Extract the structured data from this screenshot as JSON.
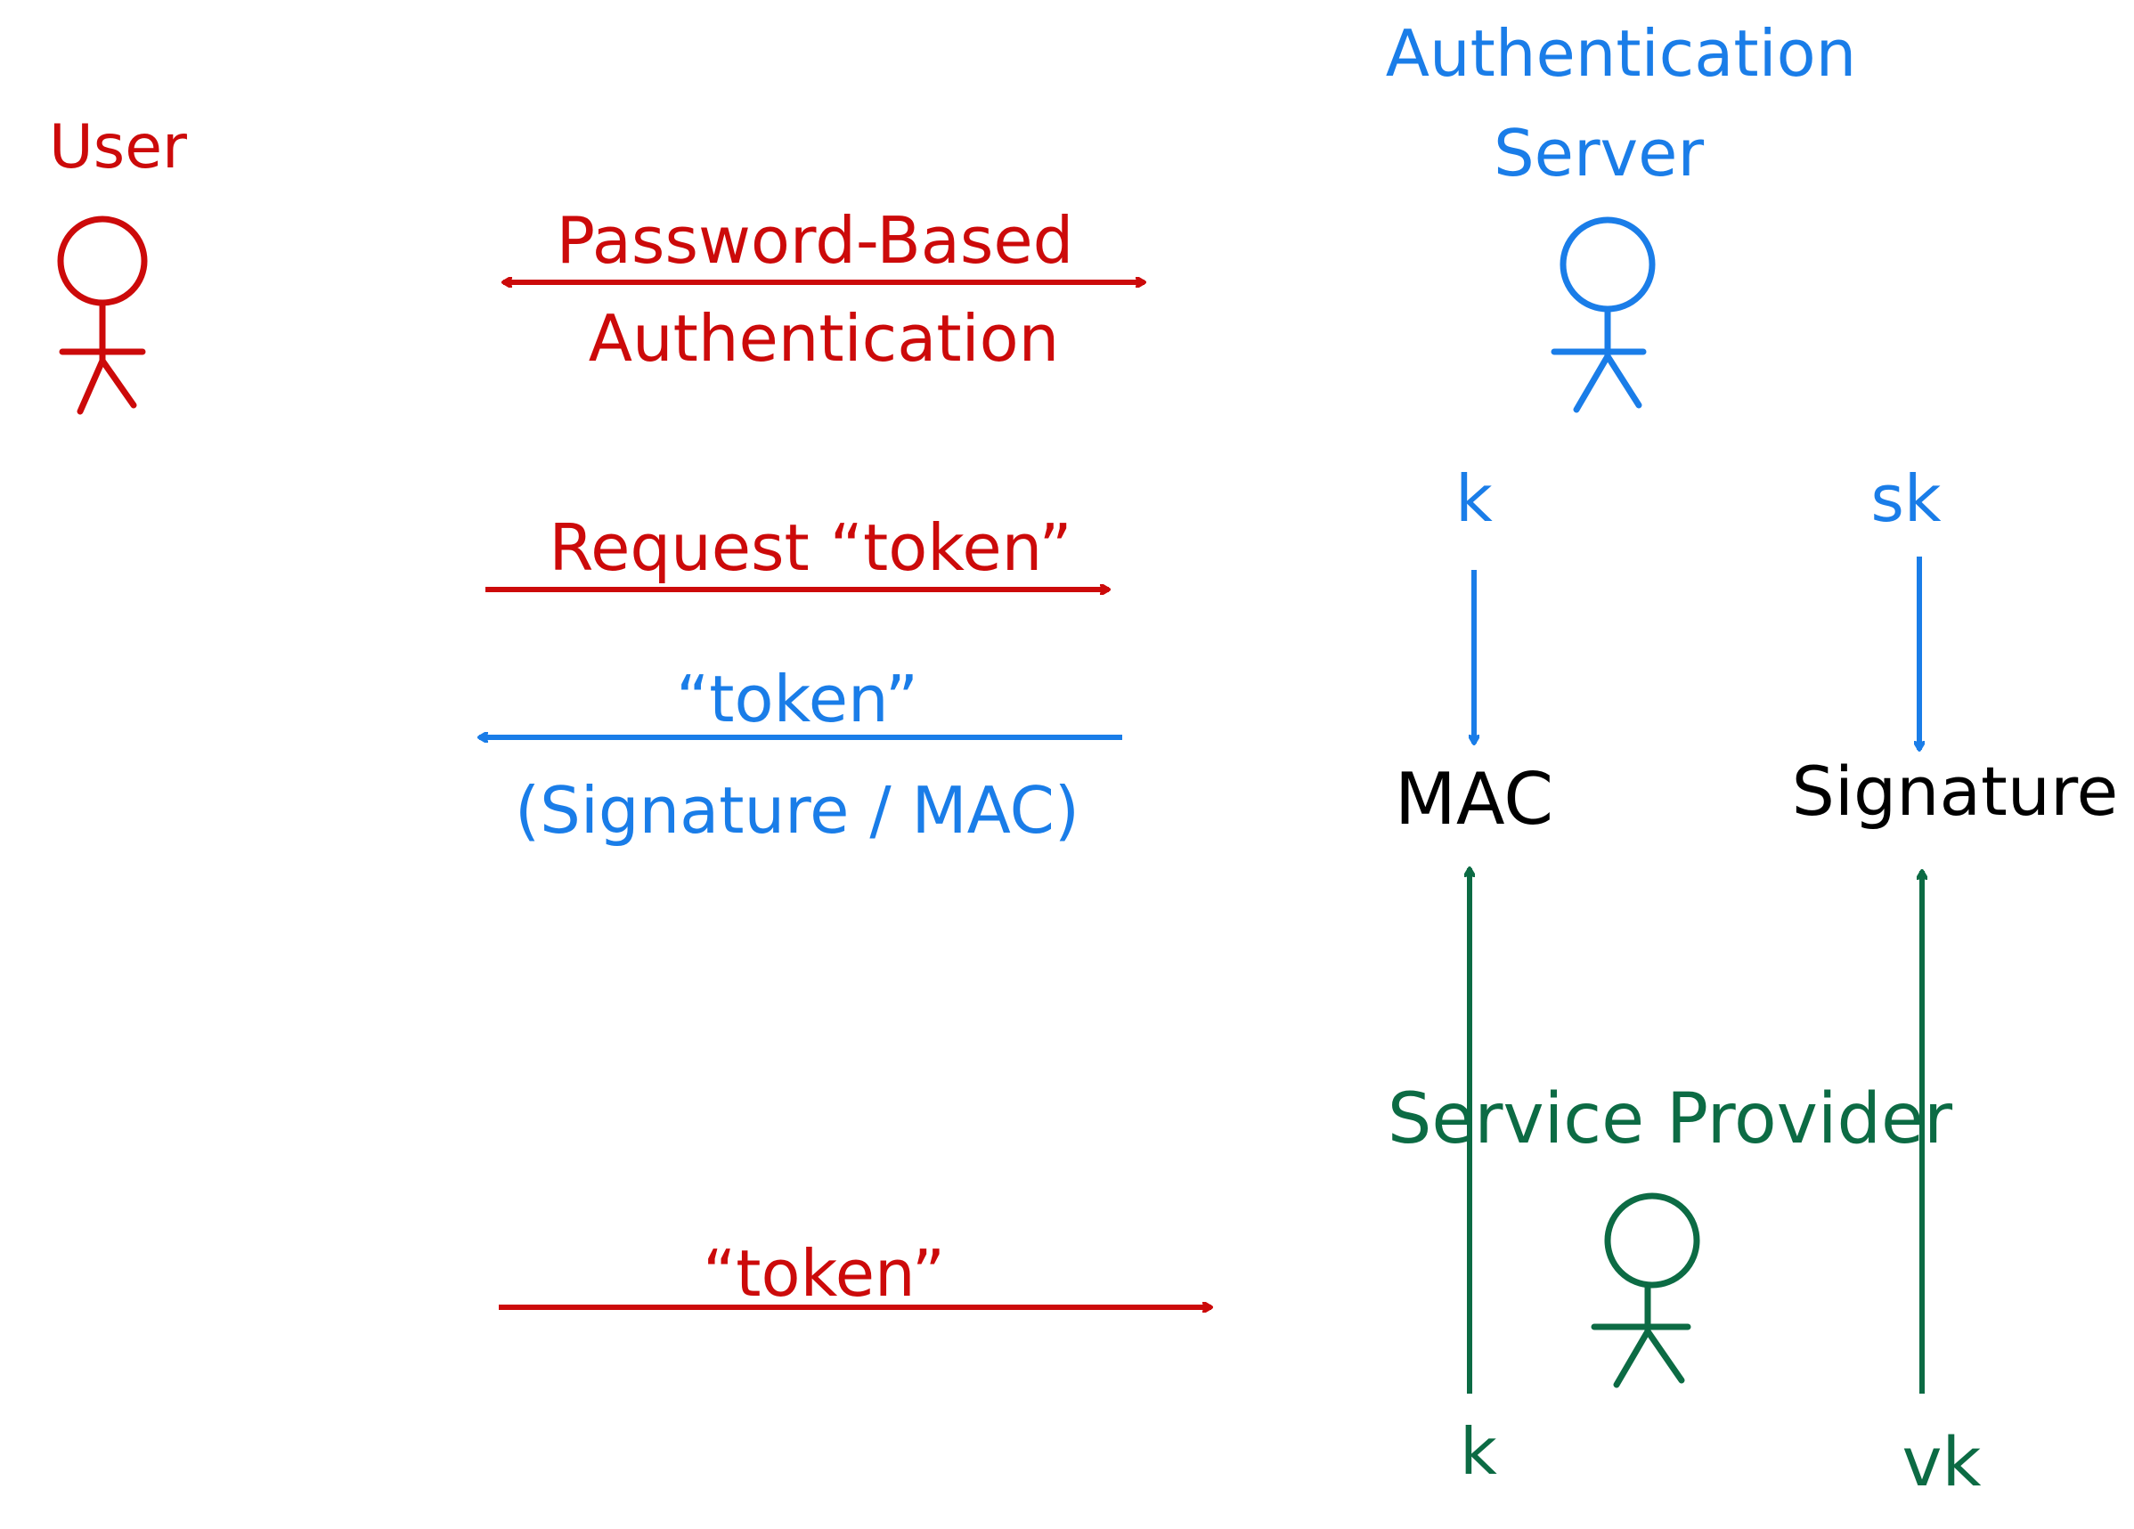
{
  "colors": {
    "user": "#cc0a0a",
    "server": "#1a7de8",
    "provider": "#0c6b44",
    "crypto": "#000000"
  },
  "actors": {
    "user": {
      "label": "User"
    },
    "auth_server": {
      "label_line1": "Authentication",
      "label_line2": "Server"
    },
    "service_provider": {
      "label": "Service Provider"
    }
  },
  "messages": {
    "password_auth": {
      "line1": "Password-Based",
      "line2": "Authentication"
    },
    "request_token": {
      "label": "Request “token”"
    },
    "token_reply": {
      "line1": "“token”",
      "line2": "(Signature / MAC)"
    },
    "token_send": {
      "label": "“token”"
    }
  },
  "crypto": {
    "mac": {
      "label": "MAC",
      "server_key": "k",
      "provider_key": "k"
    },
    "signature": {
      "label": "Signature",
      "server_key": "sk",
      "provider_key": "vk"
    }
  }
}
